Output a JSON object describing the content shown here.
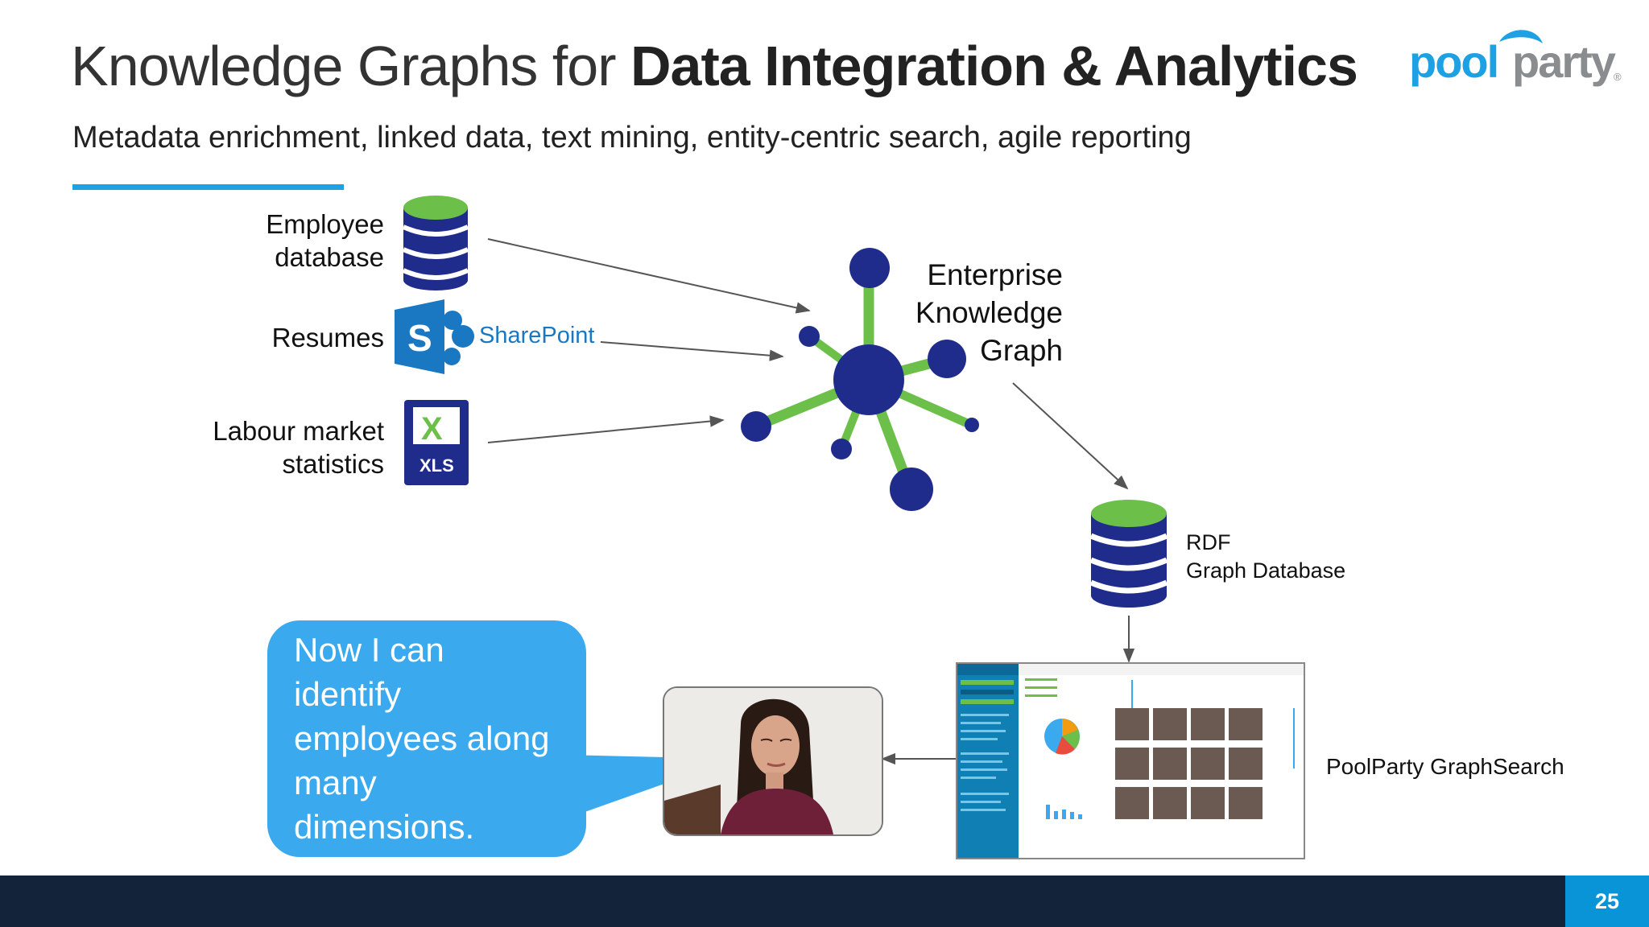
{
  "slide": {
    "title_light": "Knowledge Graphs for ",
    "title_bold": "Data Integration & Analytics",
    "subtitle": "Metadata enrichment, linked data, text mining, entity-centric search, agile reporting",
    "page_number": "25"
  },
  "logo": {
    "left": "pool",
    "right": "party",
    "mark": "®"
  },
  "sources": {
    "employee_line1": "Employee",
    "employee_line2": "database",
    "resumes": "Resumes",
    "sharepoint": "SharePoint",
    "sharepoint_glyph": "S",
    "labour_line1": "Labour market",
    "labour_line2": "statistics",
    "excel_glyph": "X",
    "excel_tag": "XLS"
  },
  "graph": {
    "label_line1": "Enterprise",
    "label_line2": "Knowledge",
    "label_line3": "Graph"
  },
  "rdf": {
    "line1": "RDF",
    "line2": "Graph Database"
  },
  "graphsearch": {
    "label": "PoolParty GraphSearch"
  },
  "bubble": {
    "line1": "Now I can",
    "line2": "identify",
    "line3": "employees along",
    "line4": "many",
    "line5": "dimensions."
  },
  "colors": {
    "accent_blue": "#1da1e2",
    "navy": "#1f2c8c",
    "green": "#6cc04a",
    "bubble": "#3aa9ee",
    "footer": "#13233a",
    "page_box": "#0a94d8"
  }
}
